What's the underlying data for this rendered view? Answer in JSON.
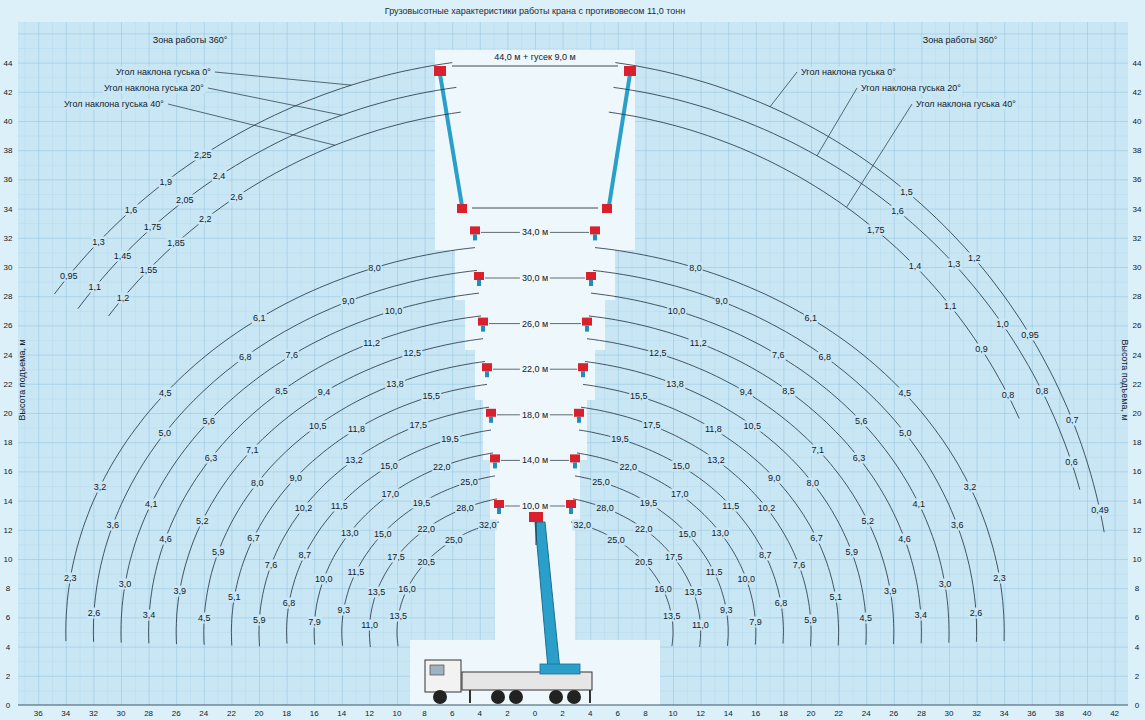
{
  "diagram": {
    "title": "Грузовысотные характеристики работы крана с противовесом 11,0 тонн",
    "labels": [
      "Зона работы 360°",
      "Зона работы 360°",
      "Угол наклона гуська 0°",
      "Угол наклона гуська 20°",
      "Угол наклона гуська 40°",
      "Угол наклона гуська 0°",
      "Угол наклона гуська 20°",
      "Угол наклона гуська 40°",
      "44,0 м + гусек 9,0 м",
      "34,0 м",
      "30,0 м",
      "26,0 м",
      "22,0 м",
      "18,0 м",
      "14,0 м",
      "10,0 м",
      "Высота подъема, м",
      "Высота подъема, м",
      "0",
      "2",
      "4",
      "6",
      "8",
      "10",
      "12",
      "14",
      "16",
      "18",
      "20",
      "22",
      "24",
      "26",
      "28",
      "30",
      "32",
      "34",
      "36",
      "38",
      "40",
      "42",
      "44",
      "0",
      "2",
      "4",
      "6",
      "8",
      "10",
      "12",
      "14",
      "16",
      "18",
      "20",
      "22",
      "24",
      "26",
      "28",
      "30",
      "32",
      "34",
      "36",
      "38",
      "40",
      "42",
      "44",
      "36",
      "34",
      "32",
      "30",
      "28",
      "26",
      "24",
      "22",
      "20",
      "18",
      "16",
      "14",
      "12",
      "10",
      "8",
      "6",
      "4",
      "2",
      "0",
      "2",
      "4",
      "6",
      "8",
      "10",
      "12",
      "14",
      "16",
      "18",
      "20",
      "22",
      "24",
      "26",
      "28",
      "30",
      "32",
      "34",
      "36",
      "38",
      "40",
      "42",
      "32,0",
      "25,0",
      "20,5",
      "16,0",
      "13,5",
      "32,0",
      "25,0",
      "20,5",
      "16,0",
      "13,5",
      "28,0",
      "22,0",
      "17,5",
      "13,5",
      "11,0",
      "28,0",
      "22,0",
      "17,5",
      "13,5",
      "11,0",
      "25,0",
      "19,5",
      "15,0",
      "11,5",
      "9,3",
      "25,0",
      "19,5",
      "15,0",
      "11,5",
      "9,3",
      "22,0",
      "17,0",
      "13,0",
      "10,0",
      "7,9",
      "22,0",
      "17,0",
      "13,0",
      "10,0",
      "7,9",
      "19,5",
      "15,0",
      "11,5",
      "8,7",
      "6,8",
      "19,5",
      "15,0",
      "11,5",
      "8,7",
      "6,8",
      "17,5",
      "13,2",
      "10,2",
      "7,6",
      "5,9",
      "17,5",
      "13,2",
      "10,2",
      "7,6",
      "5,9",
      "15,5",
      "11,8",
      "9,0",
      "6,7",
      "5,1",
      "15,5",
      "11,8",
      "9,0",
      "6,7",
      "5,1",
      "13,8",
      "10,5",
      "8,0",
      "5,9",
      "4,5",
      "13,8",
      "10,5",
      "8,0",
      "5,9",
      "4,5",
      "12,5",
      "9,4",
      "7,1",
      "5,2",
      "3,9",
      "12,5",
      "9,4",
      "7,1",
      "5,2",
      "3,9",
      "11,2",
      "8,5",
      "6,3",
      "4,6",
      "3,4",
      "11,2",
      "8,5",
      "6,3",
      "4,6",
      "3,4",
      "10,0",
      "7,6",
      "5,6",
      "4,1",
      "3,0",
      "10,0",
      "7,6",
      "5,6",
      "4,1",
      "3,0",
      "9,0",
      "6,8",
      "5,0",
      "3,6",
      "2,6",
      "9,0",
      "6,8",
      "5,0",
      "3,6",
      "2,6",
      "8,0",
      "6,1",
      "4,5",
      "3,2",
      "2,3",
      "8,0",
      "6,1",
      "4,5",
      "3,2",
      "2,3",
      "2,25",
      "1,9",
      "1,6",
      "1,3",
      "0,95",
      "1,5",
      "1,2",
      "0,95",
      "0,7",
      "0,49",
      "2,4",
      "2,05",
      "1,75",
      "1,45",
      "1,1",
      "1,6",
      "1,3",
      "1,0",
      "0,8",
      "0,6",
      "2,6",
      "2,2",
      "1,85",
      "1,55",
      "1,2",
      "1,75",
      "1,4",
      "1,1",
      "0,9",
      "0,8"
    ]
  }
}
